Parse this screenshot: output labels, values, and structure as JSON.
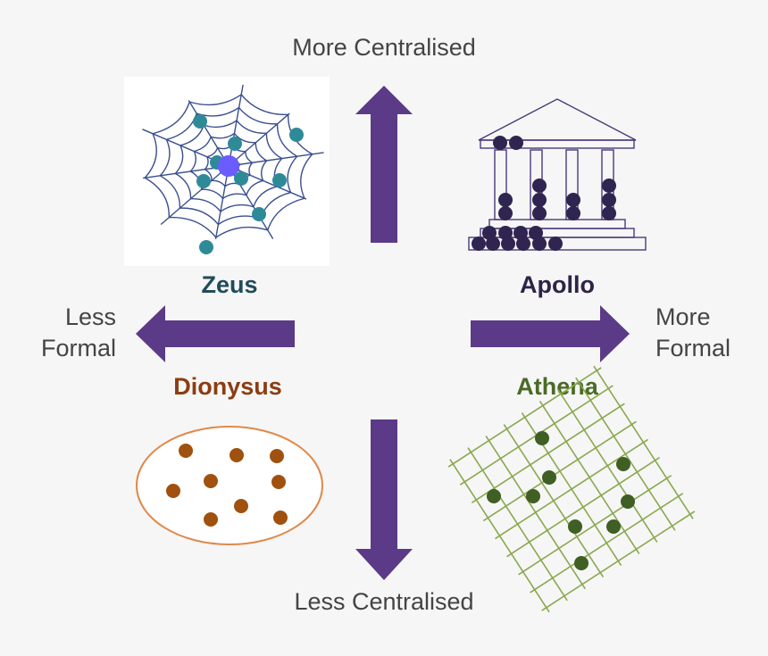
{
  "axes": {
    "top": "More Centralised",
    "bottom": "Less Centralised",
    "left_line1": "Less",
    "left_line2": "Formal",
    "right_line1": "More",
    "right_line2": "Formal"
  },
  "quadrants": {
    "zeus": {
      "name": "Zeus",
      "color": "#1f4c5a"
    },
    "apollo": {
      "name": "Apollo",
      "color": "#2e2448"
    },
    "dionysus": {
      "name": "Dionysus",
      "color": "#8b3d12"
    },
    "athena": {
      "name": "Athena",
      "color": "#4b6a26"
    }
  },
  "colors": {
    "arrow": "#5b3a87",
    "web_line": "#3a4f8f",
    "web_node": "#2f8a98",
    "web_center": "#6a5cff",
    "temple_line": "#4a3a7a",
    "temple_dot": "#2f2550",
    "dionysus_ring": "#e0894a",
    "dionysus_dot": "#a0510f",
    "athena_line": "#8aa84f",
    "athena_dot": "#3f5f24"
  }
}
